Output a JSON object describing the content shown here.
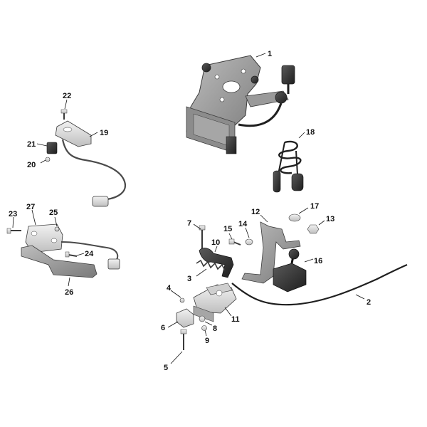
{
  "diagram": {
    "callouts": [
      "1",
      "2",
      "3",
      "4",
      "5",
      "6",
      "7",
      "8",
      "9",
      "10",
      "11",
      "12",
      "13",
      "14",
      "15",
      "16",
      "17",
      "18",
      "19",
      "20",
      "21",
      "22",
      "23",
      "24",
      "25",
      "26",
      "27"
    ]
  },
  "colors": {
    "part_light": "#d9d9d9",
    "part_mid": "#a6a6a6",
    "part_dark": "#595959",
    "part_black": "#1f1f1f",
    "outline": "#3a3a3a"
  }
}
